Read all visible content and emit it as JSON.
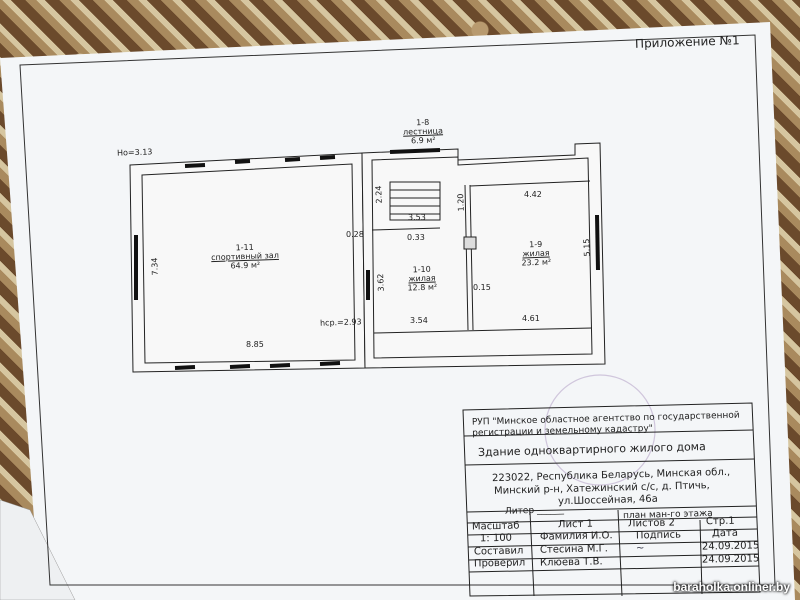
{
  "appendix_label": "Приложение №1",
  "plan": {
    "ho": "Ho=3.13",
    "hsr": "hср.=2.93",
    "rooms": {
      "r1_8": {
        "id": "1-8",
        "name": "лестница",
        "area": "6.9 м²"
      },
      "r1_11": {
        "id": "1-11",
        "name": "спортивный зал",
        "area": "64.9 м²"
      },
      "r1_10": {
        "id": "1-10",
        "name": "жилая",
        "area": "12.8 м²"
      },
      "r1_9": {
        "id": "1-9",
        "name": "жилая",
        "area": "23.2 м²"
      }
    },
    "dims": {
      "d_734": "7.34",
      "d_885": "8.85",
      "d_224": "2.24",
      "d_028": "0.28",
      "d_353": "3.53",
      "d_033": "0.33",
      "d_120": "1.20",
      "d_442": "4.42",
      "d_515": "5.15",
      "d_362": "3.62",
      "d_015": "0.15",
      "d_354": "3.54",
      "d_461": "4.61"
    }
  },
  "titleblock": {
    "org": "РУП \"Минское областное агентство по государственной регистрации и земельному кадастру\"",
    "building": "Здание одноквартирного жилого дома",
    "address_1": "223022, Республика Беларусь, Минская обл.,",
    "address_2": "Минский р-н, Хатежинский с/с, д. Птичь,",
    "address_3": "ул.Шоссейная, 46а",
    "liter": "Литер ______",
    "plan_name": "план ман-го этажа",
    "rows": [
      [
        "Масштаб",
        "Лист 1",
        "Листов 2",
        "Стр.1"
      ],
      [
        "1: 100",
        "Фамилия И.О.",
        "Подпись",
        "Дата"
      ],
      [
        "Составил",
        "Стесина М.Г.",
        "",
        "24.09.2015"
      ],
      [
        "Проверил",
        "Клюева Т.В.",
        "",
        "24.09.2015"
      ]
    ]
  },
  "watermark": "baraholka.onliner.by"
}
